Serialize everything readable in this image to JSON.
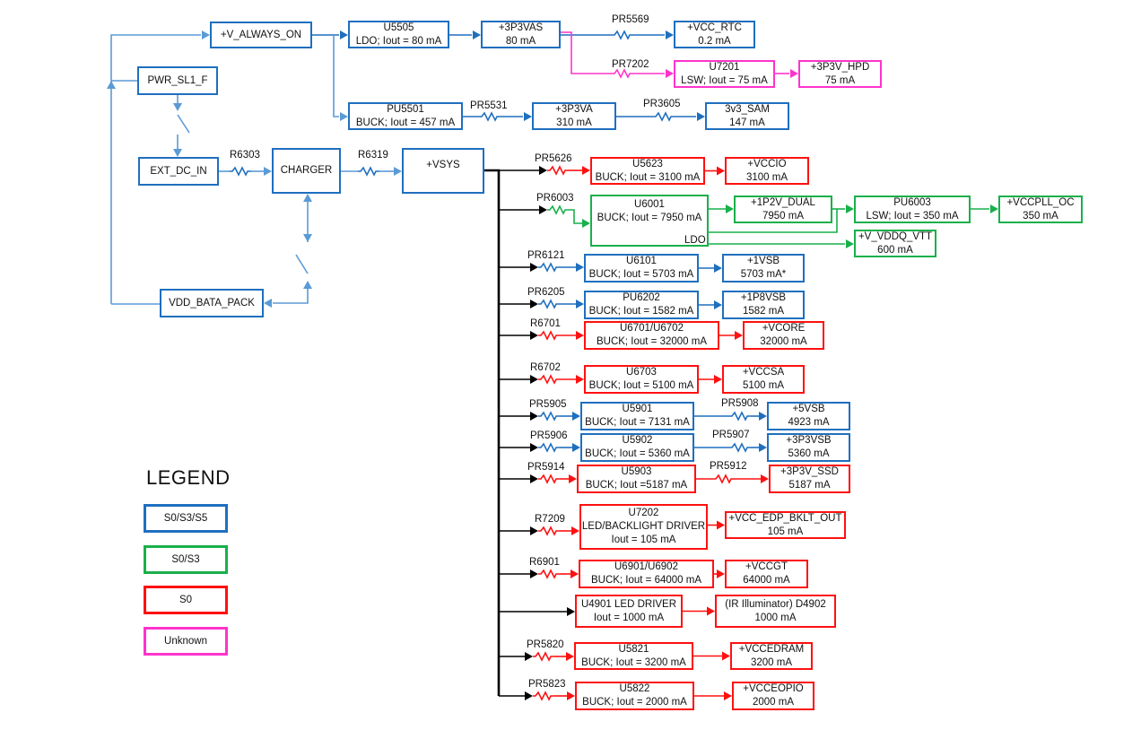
{
  "colors": {
    "S0_S3_S5": "#1f6fbf",
    "S0_S3": "#19b04b",
    "S0": "#ff1010",
    "Unknown": "#ff33cc",
    "input_path": "#5b9bd5",
    "vsys_bus": "#000000"
  },
  "legend": {
    "title": "LEGEND",
    "items": [
      {
        "label": "S0/S3/S5",
        "color": "#1f6fbf"
      },
      {
        "label": "S0/S3",
        "color": "#19b04b"
      },
      {
        "label": "S0",
        "color": "#ff1010"
      },
      {
        "label": "Unknown",
        "color": "#ff33cc"
      }
    ]
  },
  "input_section": {
    "v_always_on": "+V_ALWAYS_ON",
    "pwr_sl1_f": "PWR_SL1_F",
    "ext_dc_in": "EXT_DC_IN",
    "charger": "CHARGER",
    "vdd_bata_pack": "VDD_BATA_PACK",
    "vsys": "+VSYS",
    "r6303": "R6303",
    "r6319": "R6319"
  },
  "always_on_rails": {
    "u5505": {
      "name": "U5505",
      "desc": "LDO; Iout = 80 mA"
    },
    "p3v3vas": {
      "name": "+3P3VAS",
      "desc": "80 mA"
    },
    "pr5569": "PR5569",
    "vcc_rtc": {
      "name": "+VCC_RTC",
      "desc": "0.2 mA"
    },
    "pr7202": "PR7202",
    "u7201": {
      "name": "U7201",
      "desc": "LSW; Iout = 75 mA"
    },
    "p3v3v_hpd": {
      "name": "+3P3V_HPD",
      "desc": "75 mA"
    },
    "pu5501": {
      "name": "PU5501",
      "desc": "BUCK; Iout = 457 mA"
    },
    "pr5531": "PR5531",
    "p3v3va": {
      "name": "+3P3VA",
      "desc": "310 mA"
    },
    "pr3605": "PR3605",
    "sam": {
      "name": "3v3_SAM",
      "desc": "147 mA"
    }
  },
  "vsys_branches": [
    {
      "resistor": "PR5626",
      "color": "S0",
      "reg": {
        "name": "U5623",
        "desc": "BUCK; Iout = 3100 mA"
      },
      "rail": {
        "name": "+VCCIO",
        "desc": "3100 mA"
      }
    },
    {
      "resistor": "PR6003",
      "color": "S0_S3",
      "reg": {
        "name": "U6001",
        "desc": "BUCK; Iout = 7950 mA",
        "extra": "LDO"
      },
      "rail": {
        "name": "+1P2V_DUAL",
        "desc": "7950 mA"
      },
      "sub": [
        {
          "reg": {
            "name": "PU6003",
            "desc": "LSW; Iout = 350 mA"
          },
          "rail": {
            "name": "+VCCPLL_OC",
            "desc": "350 mA"
          }
        },
        {
          "rail": {
            "name": "+V_VDDQ_VTT",
            "desc": "600 mA"
          }
        }
      ]
    },
    {
      "resistor": "PR6121",
      "color": "S0_S3_S5",
      "reg": {
        "name": "U6101",
        "desc": "BUCK; Iout = 5703 mA"
      },
      "rail": {
        "name": "+1VSB",
        "desc": "5703 mA*"
      }
    },
    {
      "resistor": "PR6205",
      "color": "S0_S3_S5",
      "reg": {
        "name": "PU6202",
        "desc": "BUCK; Iout = 1582 mA"
      },
      "rail": {
        "name": "+1P8VSB",
        "desc": "1582 mA"
      }
    },
    {
      "resistor": "R6701",
      "color": "S0",
      "reg": {
        "name": "U6701/U6702",
        "desc": "BUCK; Iout = 32000 mA"
      },
      "rail": {
        "name": "+VCORE",
        "desc": "32000 mA"
      }
    },
    {
      "resistor": "R6702",
      "color": "S0",
      "reg": {
        "name": "U6703",
        "desc": "BUCK; Iout = 5100 mA"
      },
      "rail": {
        "name": "+VCCSA",
        "desc": "5100 mA"
      }
    },
    {
      "resistor": "PR5905",
      "color": "S0_S3_S5",
      "reg": {
        "name": "U5901",
        "desc": "BUCK; Iout = 7131 mA"
      },
      "resistor2": "PR5908",
      "rail": {
        "name": "+5VSB",
        "desc": "4923 mA"
      }
    },
    {
      "resistor": "PR5906",
      "color": "S0_S3_S5",
      "reg": {
        "name": "U5902",
        "desc": "BUCK; Iout = 5360 mA"
      },
      "resistor2": "PR5907",
      "rail": {
        "name": "+3P3VSB",
        "desc": "5360 mA"
      }
    },
    {
      "resistor": "PR5914",
      "color": "S0",
      "reg": {
        "name": "U5903",
        "desc": "BUCK; Iout =5187 mA"
      },
      "resistor2": "PR5912",
      "rail": {
        "name": "+3P3V_SSD",
        "desc": "5187 mA"
      }
    },
    {
      "resistor": "R7209",
      "color": "S0",
      "reg": {
        "name": "U7202",
        "desc": "LED/BACKLIGHT DRIVER",
        "desc2": "Iout = 105 mA"
      },
      "rail": {
        "name": "+VCC_EDP_BKLT_OUT",
        "desc": "105 mA"
      }
    },
    {
      "resistor": "R6901",
      "color": "S0",
      "reg": {
        "name": "U6901/U6902",
        "desc": "BUCK; Iout = 64000 mA"
      },
      "rail": {
        "name": "+VCCGT",
        "desc": "64000 mA"
      }
    },
    {
      "resistor": "",
      "color": "S0",
      "reg": {
        "name": "U4901 LED DRIVER",
        "desc": "Iout = 1000 mA"
      },
      "rail": {
        "name": "(IR Illuminator) D4902",
        "desc": "1000 mA"
      }
    },
    {
      "resistor": "PR5820",
      "color": "S0",
      "reg": {
        "name": "U5821",
        "desc": "BUCK; Iout = 3200 mA"
      },
      "rail": {
        "name": "+VCCEDRAM",
        "desc": "3200 mA"
      }
    },
    {
      "resistor": "PR5823",
      "color": "S0",
      "reg": {
        "name": "U5822",
        "desc": "BUCK; Iout = 2000 mA"
      },
      "rail": {
        "name": "+VCCEOPIO",
        "desc": "2000 mA"
      }
    }
  ]
}
